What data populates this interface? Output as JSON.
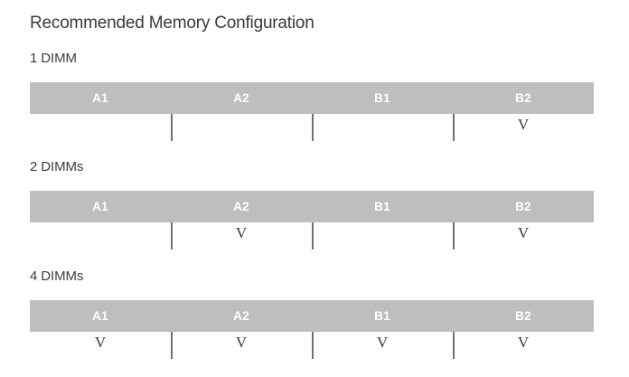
{
  "page": {
    "title": "Recommended Memory Configuration",
    "background_color": "#ffffff",
    "title_color": "#393a3c"
  },
  "legend": {
    "mark_symbol": "V",
    "mark_meaning": "populated-slot"
  },
  "style": {
    "bar_color": "#bdbec0",
    "bar_text_color": "#ffffff",
    "divider_color": "#6f7072",
    "mark_color": "#3a3b3d"
  },
  "slot_labels": [
    "A1",
    "A2",
    "B1",
    "B2"
  ],
  "sections": [
    {
      "label": "1 DIMM",
      "slots": [
        {
          "name": "A1",
          "mark": ""
        },
        {
          "name": "A2",
          "mark": ""
        },
        {
          "name": "B1",
          "mark": ""
        },
        {
          "name": "B2",
          "mark": "V"
        }
      ]
    },
    {
      "label": "2 DIMMs",
      "slots": [
        {
          "name": "A1",
          "mark": ""
        },
        {
          "name": "A2",
          "mark": "V"
        },
        {
          "name": "B1",
          "mark": ""
        },
        {
          "name": "B2",
          "mark": "V"
        }
      ]
    },
    {
      "label": "4 DIMMs",
      "slots": [
        {
          "name": "A1",
          "mark": "V"
        },
        {
          "name": "A2",
          "mark": "V"
        },
        {
          "name": "B1",
          "mark": "V"
        },
        {
          "name": "B2",
          "mark": "V"
        }
      ]
    }
  ]
}
